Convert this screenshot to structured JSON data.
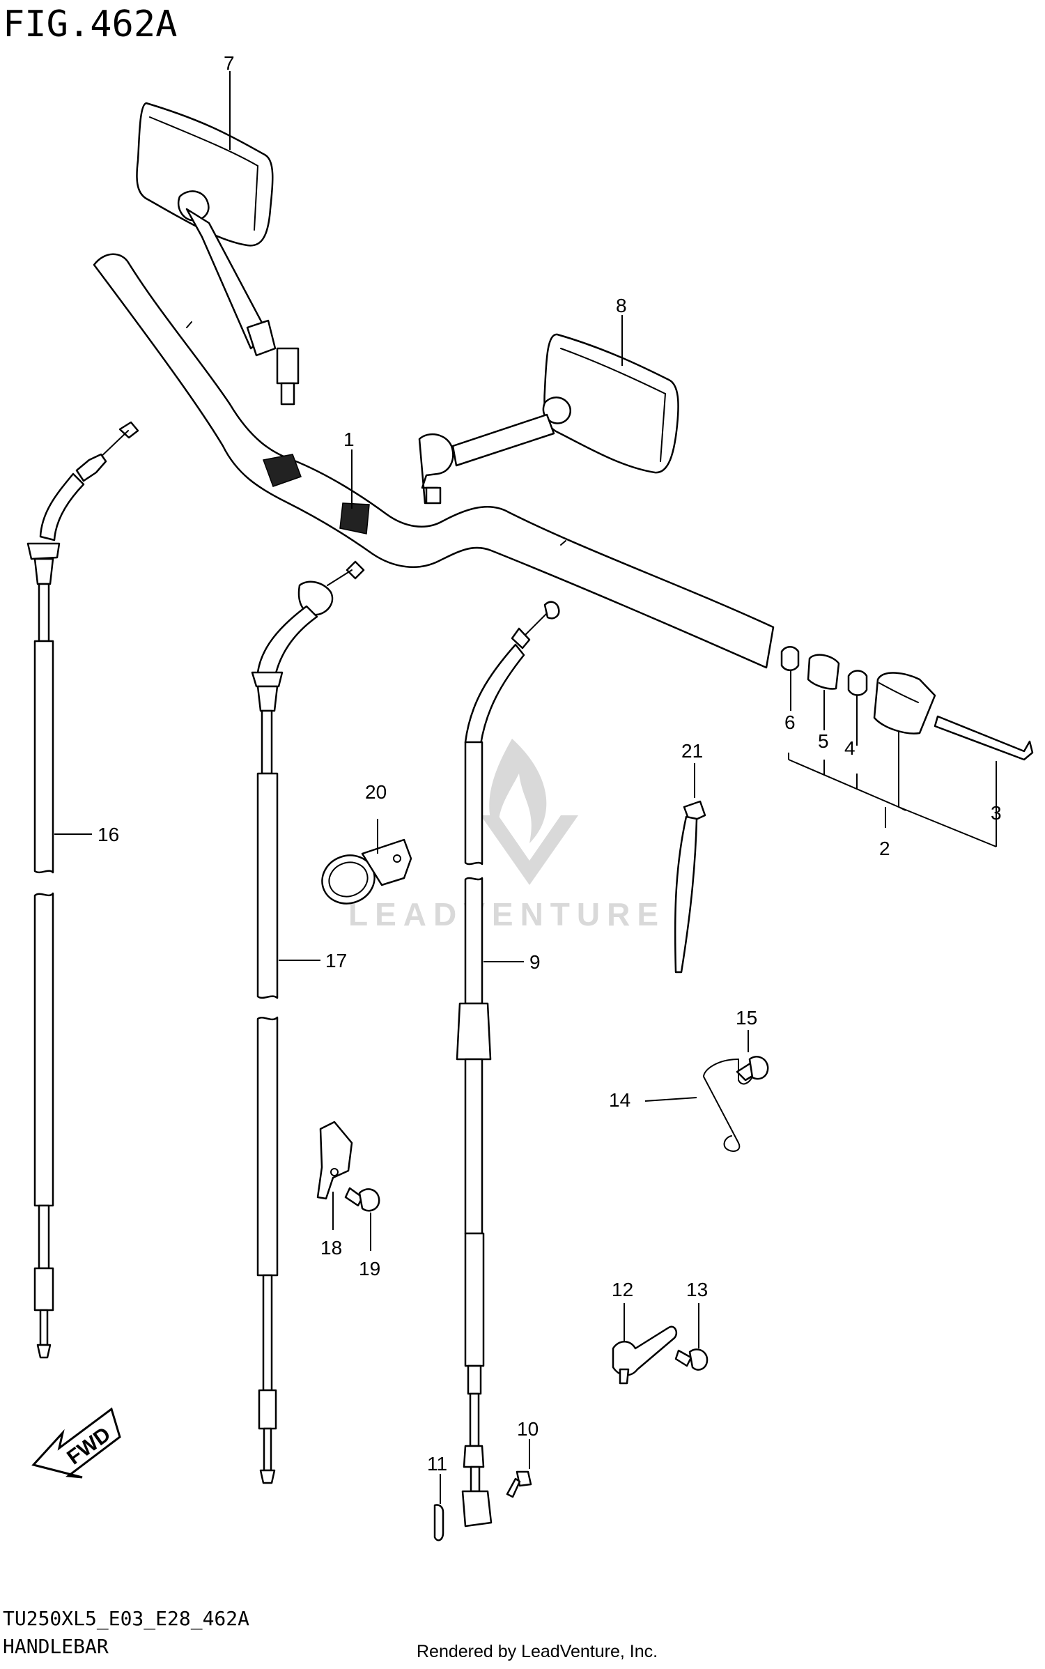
{
  "figure": {
    "title": "FIG.462A",
    "code": "TU250XL5_E03_E28_462A",
    "name": "HANDLEBAR",
    "credit": "Rendered by LeadVenture, Inc.",
    "watermark": "LEADVENTURE",
    "direction_badge": "FWD"
  },
  "callouts": {
    "c1": "1",
    "c2": "2",
    "c3": "3",
    "c4": "4",
    "c5": "5",
    "c6": "6",
    "c7": "7",
    "c8": "8",
    "c9": "9",
    "c10": "10",
    "c11": "11",
    "c12": "12",
    "c13": "13",
    "c14": "14",
    "c15": "15",
    "c16": "16",
    "c17": "17",
    "c18": "18",
    "c19": "19",
    "c20": "20",
    "c21": "21"
  }
}
